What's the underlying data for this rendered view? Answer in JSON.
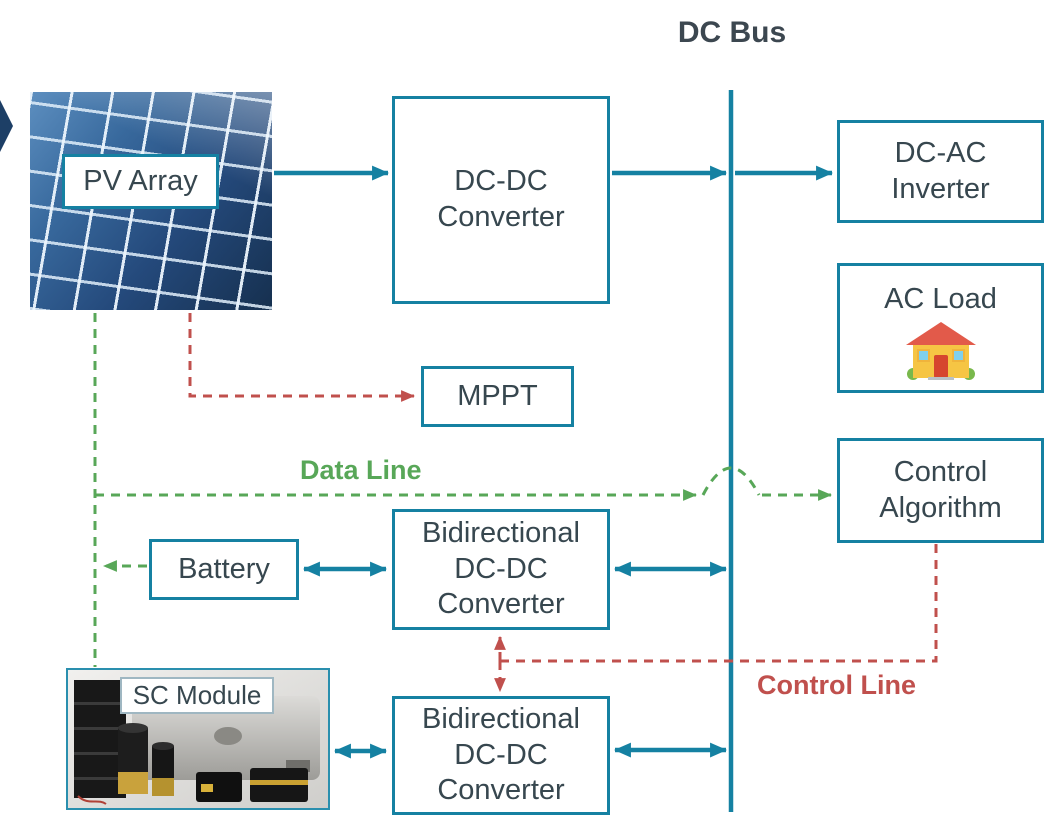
{
  "labels": {
    "dc_bus": "DC Bus",
    "pv_array": "PV Array",
    "dcdc_converter": "DC-DC Converter",
    "dcac_inverter": "DC-AC Inverter",
    "ac_load": "AC Load",
    "mppt": "MPPT",
    "control_algorithm": "Control Algorithm",
    "battery": "Battery",
    "bidirectional_converter_top": "Bidirectional DC-DC Converter",
    "bidirectional_converter_bottom": "Bidirectional DC-DC Converter",
    "sc_module": "SC Module",
    "data_line": "Data Line",
    "control_line": "Control Line"
  },
  "colors": {
    "box_border": "#1581a2",
    "power_arrow": "#1581a2",
    "data_line_green": "#58a758",
    "control_line_red": "#c0504d",
    "label_text": "#37474f",
    "background": "#ffffff"
  }
}
